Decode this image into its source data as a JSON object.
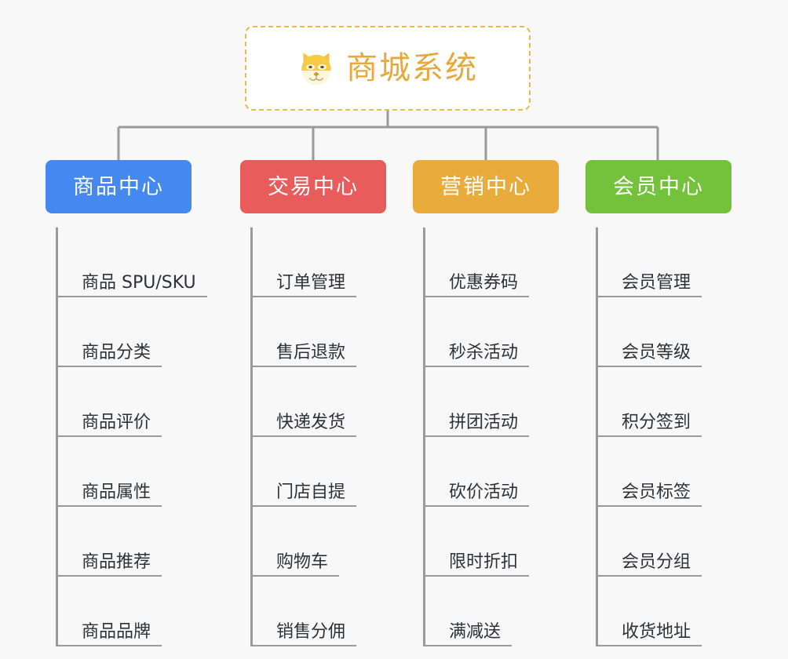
{
  "background_color": "#f8f8f8",
  "root": {
    "icon": "shiba-dog-face-icon",
    "title": "商城系统",
    "title_color": "#e8a93c",
    "border_color": "#f0b84e"
  },
  "connector_color": "#9a9a9a",
  "columns": [
    {
      "id": "product-center",
      "label": "商品中心",
      "color": "#4589f0",
      "items": [
        "商品 SPU/SKU",
        "商品分类",
        "商品评价",
        "商品属性",
        "商品推荐",
        "商品品牌"
      ]
    },
    {
      "id": "trade-center",
      "label": "交易中心",
      "color": "#e85c5c",
      "items": [
        "订单管理",
        "售后退款",
        "快递发货",
        "门店自提",
        "购物车",
        "销售分佣"
      ]
    },
    {
      "id": "marketing-center",
      "label": "营销中心",
      "color": "#e9ab3c",
      "items": [
        "优惠券码",
        "秒杀活动",
        "拼团活动",
        "砍价活动",
        "限时折扣",
        "满减送"
      ]
    },
    {
      "id": "member-center",
      "label": "会员中心",
      "color": "#74c13c",
      "items": [
        "会员管理",
        "会员等级",
        "积分签到",
        "会员标签",
        "会员分组",
        "收货地址"
      ]
    }
  ]
}
